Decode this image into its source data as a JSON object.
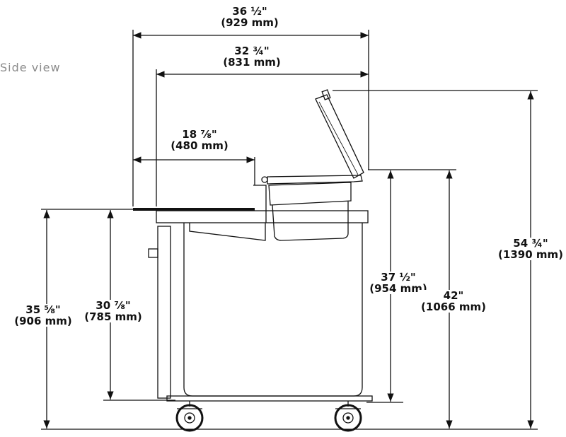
{
  "view_label": "Side view",
  "dimensions": {
    "overall_width": {
      "imperial": "36 ½\"",
      "metric": "(929 mm)"
    },
    "body_width": {
      "imperial": "32 ¾\"",
      "metric": "(831 mm)"
    },
    "cutting_board_depth": {
      "imperial": "18 ⅞\"",
      "metric": "(480 mm)"
    },
    "overall_height_lid_open": {
      "imperial": "54 ¾\"",
      "metric": "(1390 mm)"
    },
    "height_to_rail": {
      "imperial": "37 ½\"",
      "metric": "(954 mm)"
    },
    "height_to_top": {
      "imperial": "42\"",
      "metric": "(1066 mm)"
    },
    "work_surface_height": {
      "imperial": "35 ⅝\"",
      "metric": "(906 mm)"
    },
    "cabinet_height": {
      "imperial": "30 ⅞\"",
      "metric": "(785 mm)"
    }
  },
  "colors": {
    "line": "#111111",
    "caption": "#8a8a8a"
  }
}
